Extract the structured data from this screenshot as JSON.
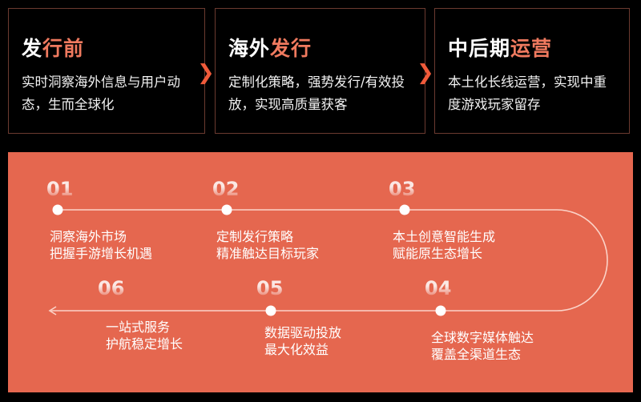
{
  "stages": [
    {
      "title_a": "发",
      "title_b": "行前",
      "desc": "实时洞察海外信息与用户动态，生而全球化"
    },
    {
      "title_a": "海外",
      "title_b": "发行",
      "desc": "定制化策略，强势发行/有效投放，实现高质量获客"
    },
    {
      "title_a": "中后期",
      "title_b": "运营",
      "desc": "本土化长线运营，实现中重度游戏玩家留存"
    }
  ],
  "steps": [
    {
      "num": "01",
      "line1": "洞察海外市场",
      "line2": "把握手游增长机遇"
    },
    {
      "num": "02",
      "line1": "定制发行策略",
      "line2": "精准触达目标玩家"
    },
    {
      "num": "03",
      "line1": "本土创意智能生成",
      "line2": "赋能原生态增长"
    },
    {
      "num": "04",
      "line1": "全球数字媒体触达",
      "line2": "覆盖全渠道生态"
    },
    {
      "num": "05",
      "line1": "数据驱动投放",
      "line2": "最大化效益"
    },
    {
      "num": "06",
      "line1": "一站式服务",
      "line2": "护航稳定增长"
    }
  ],
  "colors": {
    "accent": "#f07a5f",
    "panel": "#e5674f"
  }
}
